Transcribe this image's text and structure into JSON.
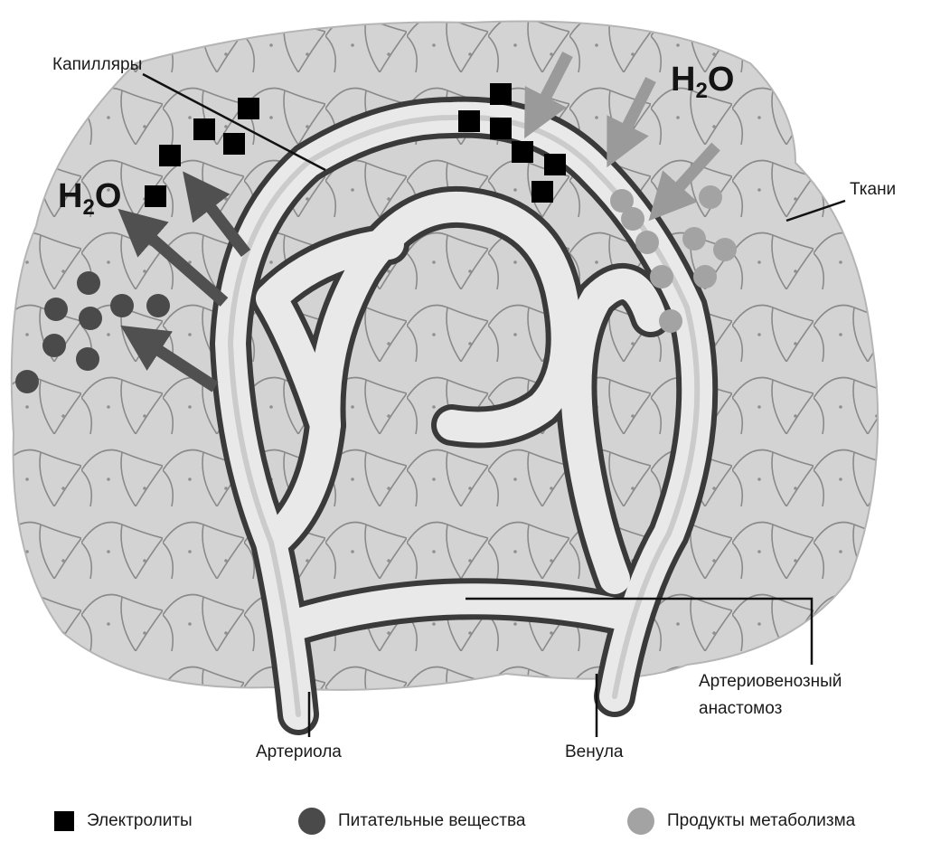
{
  "labels": {
    "capillaries": "Капилляры",
    "tissues": "Ткани",
    "arteriole": "Артериола",
    "venule": "Венула",
    "anastomosis_line1": "Артериовенозный",
    "anastomosis_line2": "анастомоз"
  },
  "water": {
    "left_main": "H",
    "left_sub": "2",
    "left_tail": "O",
    "right_main": "H",
    "right_sub": "2",
    "right_tail": "O"
  },
  "legend": {
    "electrolytes": "Электролиты",
    "nutrients": "Питательные вещества",
    "metabolites": "Продукты метаболизма"
  },
  "colors": {
    "electrolytes": "#000000",
    "nutrients": "#4a4a4a",
    "metabolites": "#a3a3a3",
    "arrow_out": "#505050",
    "arrow_in": "#9a9a9a",
    "tissue": "#d4d4d4",
    "vessel": "#e6e6e6"
  }
}
